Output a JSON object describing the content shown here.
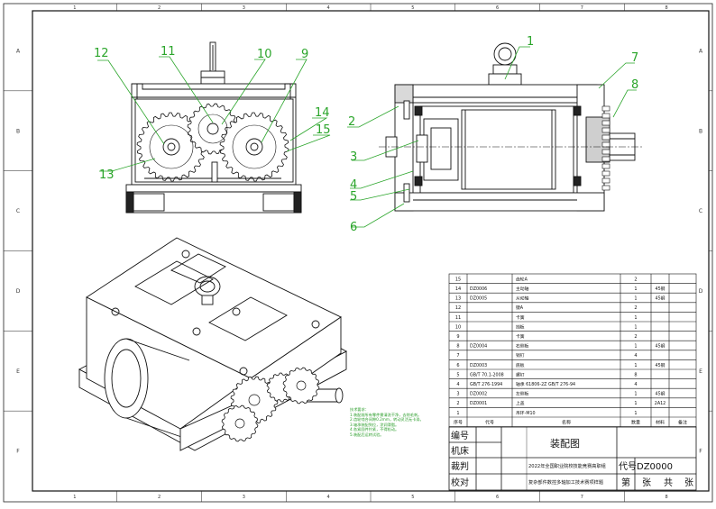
{
  "border": {
    "columns": [
      "1",
      "2",
      "3",
      "4",
      "5",
      "6",
      "7",
      "8"
    ],
    "rows": [
      "A",
      "B",
      "C",
      "D",
      "E",
      "F"
    ]
  },
  "balloons": {
    "front": [
      "12",
      "11",
      "10",
      "9",
      "14",
      "15",
      "13"
    ],
    "side": [
      "1",
      "2",
      "3",
      "4",
      "5",
      "6",
      "7",
      "8"
    ]
  },
  "notes": [
    "技术要求：",
    "1.装配前所有零件需清洗干净，去除毛刺。",
    "2.齿轮啮合间隙0.2mm，转动灵活无卡滞。",
    "3.轴承装配到位，涂润滑脂。",
    "4.各紧固件拧紧，不得松动。",
    "5.装配后运转试验。"
  ],
  "bom": {
    "rows": [
      {
        "no": "15",
        "code": "",
        "name": "齿轮A",
        "qty": "2",
        "mat": ""
      },
      {
        "no": "14",
        "code": "DZ0006",
        "name": "主动轴",
        "qty": "1",
        "mat": "45钢"
      },
      {
        "no": "13",
        "code": "DZ0005",
        "name": "从动轴",
        "qty": "1",
        "mat": "45钢"
      },
      {
        "no": "12",
        "code": "",
        "name": "键A",
        "qty": "2",
        "mat": ""
      },
      {
        "no": "11",
        "code": "",
        "name": "卡簧",
        "qty": "1",
        "mat": ""
      },
      {
        "no": "10",
        "code": "",
        "name": "挡板",
        "qty": "1",
        "mat": ""
      },
      {
        "no": "9",
        "code": "",
        "name": "卡簧",
        "qty": "2",
        "mat": ""
      },
      {
        "no": "8",
        "code": "DZ0004",
        "name": "右侧板",
        "qty": "1",
        "mat": "45钢"
      },
      {
        "no": "7",
        "code": "",
        "name": "销钉",
        "qty": "4",
        "mat": ""
      },
      {
        "no": "6",
        "code": "DZ0003",
        "name": "底板",
        "qty": "1",
        "mat": "45钢"
      },
      {
        "no": "5",
        "code": "GB/T 70.1-2008",
        "name": "螺钉",
        "qty": "8",
        "mat": ""
      },
      {
        "no": "4",
        "code": "GB/T 276-1994",
        "name": "轴承 61806-2Z GB/T 276-94",
        "qty": "4",
        "mat": ""
      },
      {
        "no": "3",
        "code": "DZ0002",
        "name": "左侧板",
        "qty": "1",
        "mat": "45钢"
      },
      {
        "no": "2",
        "code": "DZ0001",
        "name": "上盖",
        "qty": "1",
        "mat": "2A12"
      },
      {
        "no": "1",
        "code": "",
        "name": "吊环-M10",
        "qty": "1",
        "mat": ""
      }
    ],
    "header": {
      "no": "序号",
      "code": "代号",
      "name": "名称",
      "qty": "数量",
      "mat": "材料",
      "rem": "备注"
    }
  },
  "title_block": {
    "labels": [
      "编号",
      "机床",
      "裁判",
      "校对"
    ],
    "title": "装配图",
    "org_line1": "2022年全国职业院校技能竞赛高职组",
    "org_line2": "复杂部件数控多轴加工技术赛项样题",
    "code_label": "代号",
    "code_value": "DZ0000",
    "sheet_di": "第",
    "sheet_zhang1": "张",
    "sheet_gong": "共",
    "sheet_zhang2": "张"
  },
  "colors": {
    "line": "#1a1a1a",
    "leader": "#2aa52a"
  }
}
